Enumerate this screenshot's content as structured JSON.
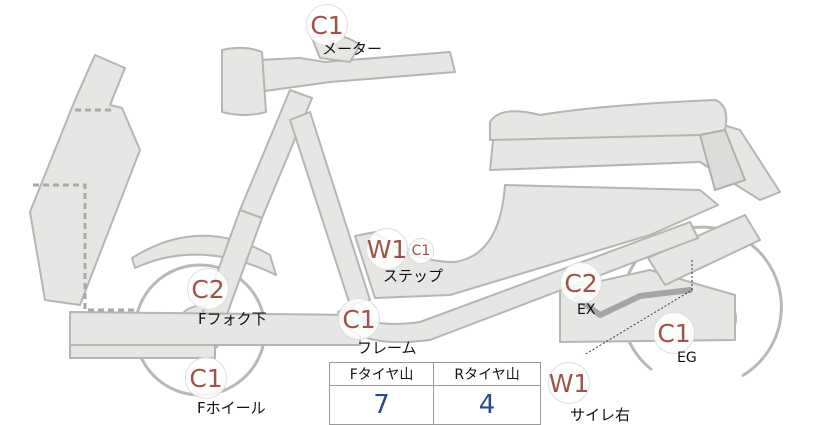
{
  "parts": {
    "meter": {
      "code": "C1",
      "label": "メーター"
    },
    "step": {
      "code": "W1",
      "code2": "C1",
      "label": "ステップ"
    },
    "fork": {
      "code": "C2",
      "label": "Fフォク下"
    },
    "frame": {
      "code": "C1",
      "label": "フレーム"
    },
    "front_wheel": {
      "code": "C1",
      "label": "Fホイール"
    },
    "exhaust": {
      "code": "C2",
      "label": "EX"
    },
    "engine": {
      "code": "C1",
      "label": "EG"
    },
    "side_right": {
      "code": "W1",
      "label": "サイレ右"
    }
  },
  "tread_table": {
    "front_header": "Fタイヤ山",
    "rear_header": "Rタイヤ山",
    "front_value": "7",
    "rear_value": "4"
  },
  "colors": {
    "badge_text": "#a0524a",
    "value_text": "#2d4a86",
    "part_fill": "#e6e6e4",
    "part_stroke": "#b5b5b2"
  }
}
